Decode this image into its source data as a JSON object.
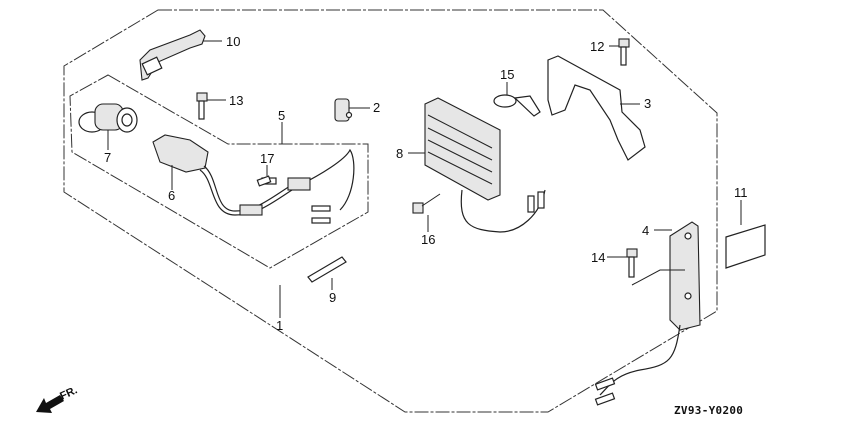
{
  "diagram": {
    "title": "Parts diagram – electrical kit (exploded view)",
    "diagram_code": "ZV93-Y0200",
    "direction_indicator": "FR.",
    "callouts": [
      {
        "id": "c1",
        "label": "1"
      },
      {
        "id": "c2",
        "label": "2"
      },
      {
        "id": "c3",
        "label": "3"
      },
      {
        "id": "c4",
        "label": "4"
      },
      {
        "id": "c5",
        "label": "5"
      },
      {
        "id": "c6",
        "label": "6"
      },
      {
        "id": "c7",
        "label": "7"
      },
      {
        "id": "c8",
        "label": "8"
      },
      {
        "id": "c9",
        "label": "9"
      },
      {
        "id": "c10",
        "label": "10"
      },
      {
        "id": "c11",
        "label": "11"
      },
      {
        "id": "c12",
        "label": "12"
      },
      {
        "id": "c13",
        "label": "13"
      },
      {
        "id": "c14",
        "label": "14"
      },
      {
        "id": "c15",
        "label": "15"
      },
      {
        "id": "c16",
        "label": "16"
      },
      {
        "id": "c17",
        "label": "17"
      }
    ],
    "parts": [
      {
        "ref": "1",
        "depicts": "kit-assembly-outline"
      },
      {
        "ref": "2",
        "depicts": "clip"
      },
      {
        "ref": "3",
        "depicts": "bracket"
      },
      {
        "ref": "4",
        "depicts": "switch-panel-with-leads"
      },
      {
        "ref": "5",
        "depicts": "wire-harness-subassembly"
      },
      {
        "ref": "6",
        "depicts": "fuse-holder-cover"
      },
      {
        "ref": "7",
        "depicts": "socket-connector"
      },
      {
        "ref": "8",
        "depicts": "regulator-rectifier"
      },
      {
        "ref": "9",
        "depicts": "label-plate"
      },
      {
        "ref": "10",
        "depicts": "rubber-cap-with-strap"
      },
      {
        "ref": "11",
        "depicts": "label"
      },
      {
        "ref": "12",
        "depicts": "flange-bolt"
      },
      {
        "ref": "13",
        "depicts": "flange-bolt"
      },
      {
        "ref": "14",
        "depicts": "flange-bolt"
      },
      {
        "ref": "15",
        "depicts": "cable-band"
      },
      {
        "ref": "16",
        "depicts": "flange-bolt"
      },
      {
        "ref": "17",
        "depicts": "fuse"
      }
    ]
  }
}
